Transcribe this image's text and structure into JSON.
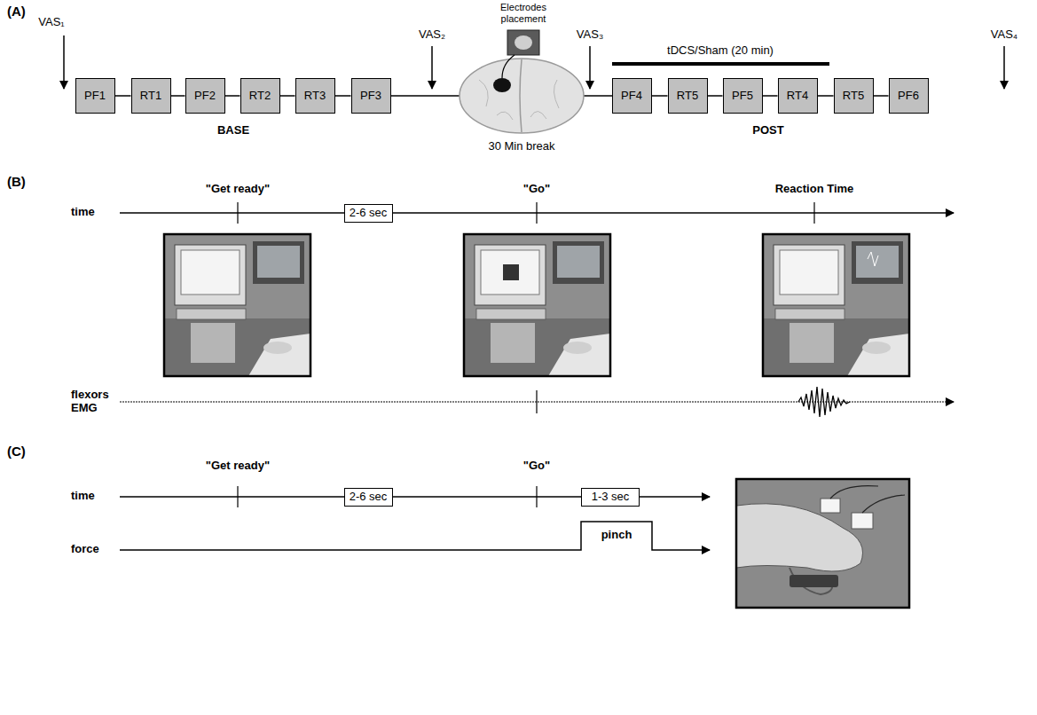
{
  "diagram": {
    "nodes": [
      {
        "text": [
          "PF1"
        ]
      },
      {
        "text": [
          "RT1"
        ]
      },
      {
        "text": [
          "PF2"
        ]
      },
      {
        "text": [
          "RT2"
        ]
      },
      {
        "text": [
          "RT3"
        ]
      },
      {
        "text": [
          "PF3"
        ]
      },
      {
        "text": [
          "PF4"
        ]
      },
      {
        "text": [
          "RT5"
        ]
      },
      {
        "text": [
          "PF5"
        ]
      },
      {
        "text": [
          "RT4"
        ]
      },
      {
        "text": [
          "RT5"
        ]
      },
      {
        "text": [
          "PF6"
        ]
      },
      {
        "text": [
          "2-6 sec"
        ]
      },
      {
        "text": [
          "2-6 sec"
        ]
      },
      {
        "text": [
          "1-3 sec"
        ]
      }
    ],
    "edges": [
      {
        "from": 0,
        "to": 1,
        "arrow": "none"
      },
      {
        "from": 1,
        "to": 2,
        "arrow": "none"
      },
      {
        "from": 2,
        "to": 3,
        "arrow": "none"
      },
      {
        "from": 3,
        "to": 4,
        "arrow": "none"
      },
      {
        "from": 4,
        "to": 5,
        "arrow": "none"
      },
      {
        "from": 6,
        "to": 7,
        "arrow": "none"
      },
      {
        "from": 7,
        "to": 8,
        "arrow": "none"
      },
      {
        "from": 8,
        "to": 9,
        "arrow": "none"
      },
      {
        "from": 9,
        "to": 10,
        "arrow": "none"
      },
      {
        "from": 10,
        "to": 11,
        "arrow": "none"
      }
    ],
    "labels": [
      "(A)",
      "VAS₁",
      "VAS₂",
      "VAS₃",
      "VAS₄",
      "Electrodes placement",
      "tDCS/Sham (20 min)",
      "BASE",
      "30 Min break",
      "POST",
      "(B)",
      "\"Get ready\"",
      "time",
      "\"Go\"",
      "Reaction Time",
      "flexors EMG",
      "(C)",
      "\"Get ready\"",
      "\"Go\"",
      "time",
      "force",
      "pinch"
    ]
  }
}
